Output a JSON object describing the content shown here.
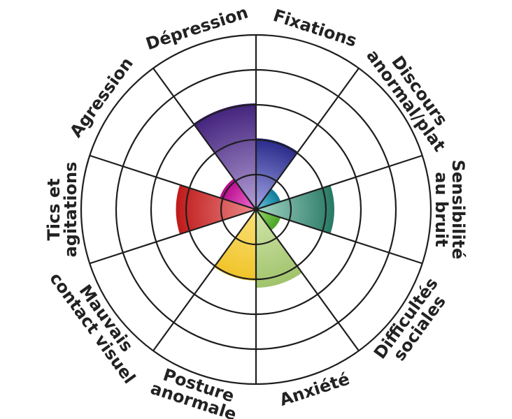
{
  "chart_data": {
    "type": "polar-area",
    "title": "",
    "rmax": 5,
    "rings": [
      1,
      2,
      3,
      4,
      5
    ],
    "grid": true,
    "categories": [
      {
        "lines": [
          "Fixations"
        ],
        "value": 2.0,
        "color_dark": "#2b2c8c",
        "color_light": "#a3a6e6"
      },
      {
        "lines": [
          "Discours",
          "anormal/plat"
        ],
        "value": 0.7,
        "color_dark": "#14809e",
        "color_light": "#6cc6e0"
      },
      {
        "lines": [
          "Sensibilité",
          "au bruit"
        ],
        "value": 2.2,
        "color_dark": "#2a7b66",
        "color_light": "#a8d6c8"
      },
      {
        "lines": [
          "Difficultés",
          "sociales"
        ],
        "value": 0.7,
        "color_dark": "#4ea82a",
        "color_light": "#9ad66c"
      },
      {
        "lines": [
          "Anxiété"
        ],
        "value": 2.2,
        "color_dark": "#a2c46e",
        "color_light": "#d2e6aa"
      },
      {
        "lines": [
          "Posture",
          "anormale"
        ],
        "value": 2.0,
        "color_dark": "#f0c42a",
        "color_light": "#fae27a"
      },
      {
        "lines": [
          "Mauvais",
          "contact visuel"
        ],
        "value": 0,
        "color_dark": "#e07070",
        "color_light": "#f0a0a0"
      },
      {
        "lines": [
          "Tics et",
          "agitations"
        ],
        "value": 2.25,
        "color_dark": "#c01c1c",
        "color_light": "#ec8a8a"
      },
      {
        "lines": [
          "Agression"
        ],
        "value": 1.05,
        "color_dark": "#b80c8e",
        "color_light": "#f070d0"
      },
      {
        "lines": [
          "Dépression"
        ],
        "value": 3.0,
        "color_dark": "#45257e",
        "color_light": "#b4a0d6"
      }
    ]
  }
}
